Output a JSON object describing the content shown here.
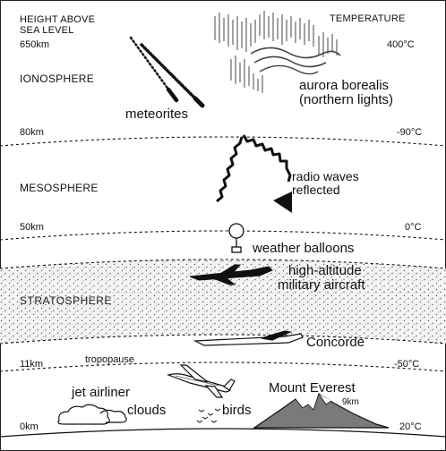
{
  "header": {
    "left_title": "HEIGHT ABOVE SEA LEVEL",
    "right_title": "TEMPERATURE"
  },
  "altitudes": {
    "top": "650km",
    "ionosphere_base": "80km",
    "mesosphere_base": "50km",
    "tropopause": "11km",
    "ground": "0km"
  },
  "temperatures": {
    "top": "400°C",
    "ionosphere_base": "-90°C",
    "mesosphere_base": "0°C",
    "tropopause": "-50°C",
    "ground": "20°C"
  },
  "layers": {
    "ionosphere": "IONOSPHERE",
    "mesosphere": "MESOSPHERE",
    "stratosphere": "STRATOSPHERE",
    "tropopause": "tropopause"
  },
  "features": {
    "aurora": "aurora borealis",
    "aurora_sub": "(northern lights)",
    "meteorites": "meteorites",
    "radio_line1": "radio waves",
    "radio_line2": "reflected",
    "balloons": "weather balloons",
    "military_line1": "high-altitude",
    "military_line2": "military aircraft",
    "concorde": "Concorde",
    "jet": "jet airliner",
    "everest": "Mount Everest",
    "everest_height": "9km",
    "clouds": "clouds",
    "birds": "birds"
  }
}
